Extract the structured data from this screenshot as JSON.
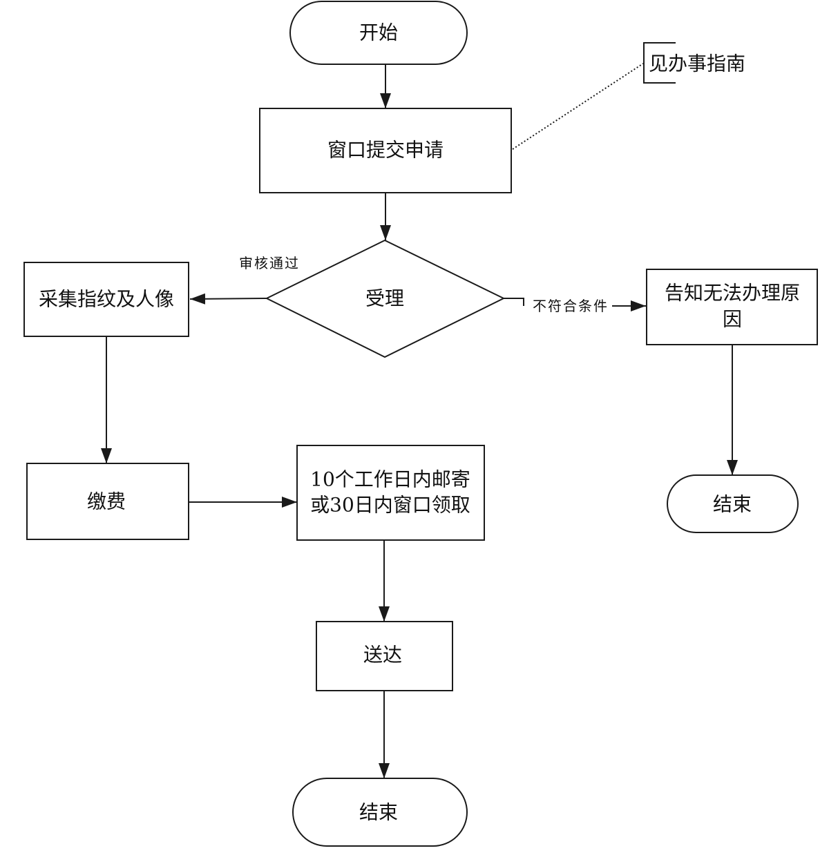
{
  "diagram": {
    "nodes": {
      "start": "开始",
      "submit": "窗口提交申请",
      "guide_note": "见办事指南",
      "accept": "受理",
      "collect": "采集指纹及人像",
      "notify": {
        "line1": "告知无法办理原",
        "line2": "因"
      },
      "end_right": "结束",
      "pay": "缴费",
      "deliver_option": {
        "line1": "10个工作日内邮寄",
        "line2": "或30日内窗口领取"
      },
      "deliver": "送达",
      "end_bottom": "结束"
    },
    "edges": {
      "approved": "审核通过",
      "rejected": "不符合条件"
    }
  },
  "colors": {
    "stroke": "#1a1a1a",
    "background": "#ffffff"
  }
}
